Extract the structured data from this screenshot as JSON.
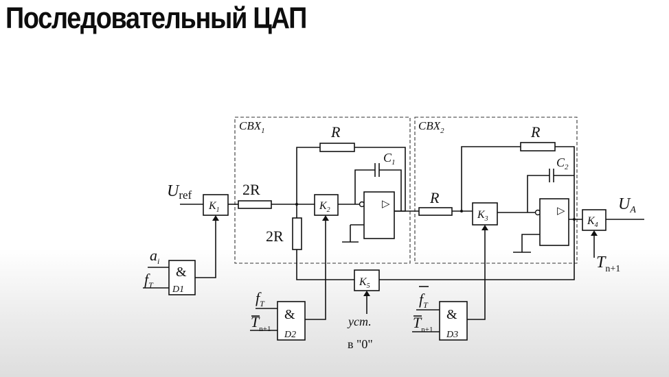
{
  "title": "Последовательный ЦАП",
  "diagram": {
    "blocks": {
      "cbx1": {
        "name": "CBX",
        "sub": "1"
      },
      "cbx2": {
        "name": "CBX",
        "sub": "2"
      }
    },
    "labels": {
      "uref": {
        "main": "U",
        "sub": "ref"
      },
      "ua": {
        "main": "U",
        "sub": "A"
      },
      "tn1_out": {
        "main": "T",
        "sub": "n+1"
      },
      "res_2r_series": "2R",
      "res_2r_shunt": "2R",
      "res_r_fb1": "R",
      "res_r_fb2": "R",
      "res_r_mid": "R",
      "cap1": {
        "main": "C",
        "sub": "1"
      },
      "cap2": {
        "main": "C",
        "sub": "2"
      },
      "ai": {
        "main": "a",
        "sub": "i"
      },
      "ust": "уст.",
      "v0": "в \"0\""
    },
    "switches": [
      {
        "id": "k1",
        "main": "K",
        "sub": "1"
      },
      {
        "id": "k2",
        "main": "K",
        "sub": "2"
      },
      {
        "id": "k3",
        "main": "K",
        "sub": "3"
      },
      {
        "id": "k4",
        "main": "K",
        "sub": "4"
      },
      {
        "id": "k5",
        "main": "K",
        "sub": "5"
      }
    ],
    "gates": [
      {
        "id": "d1",
        "op": "&",
        "name": "D1",
        "in1": {
          "main": "a",
          "sub": "i"
        },
        "in2": {
          "main": "f",
          "sub": "T"
        }
      },
      {
        "id": "d2",
        "op": "&",
        "name": "D2",
        "in1": {
          "main": "f",
          "sub": "T"
        },
        "in2": {
          "main": "T",
          "sub": "n+1"
        }
      },
      {
        "id": "d3",
        "op": "&",
        "name": "D3",
        "in1": {
          "main": "f",
          "sub": "T"
        },
        "in2": {
          "main": "T",
          "sub": "n+1"
        }
      }
    ],
    "amp_symbol": "▷"
  }
}
